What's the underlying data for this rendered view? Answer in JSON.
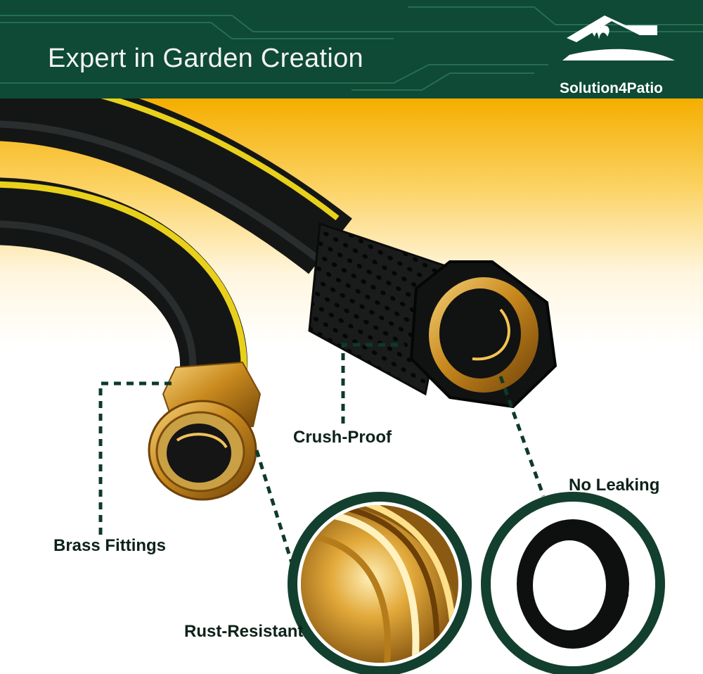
{
  "banner": {
    "title": "Expert in Garden Creation",
    "brand_name": "Solution4Patio",
    "logo_icon": "house-leaf-logo",
    "background_color": "#0e4a35"
  },
  "callouts": {
    "crush_proof": "Crush-Proof",
    "no_leaking": "No Leaking",
    "brass_fittings": "Brass Fittings",
    "rust_resistant": "Rust-Resistant"
  },
  "colors": {
    "hose_black": "#141616",
    "hose_stripe": "#e9d11b",
    "brass": "#d49a28",
    "callout_line": "#0e3a28",
    "glow": "#f6b400"
  }
}
